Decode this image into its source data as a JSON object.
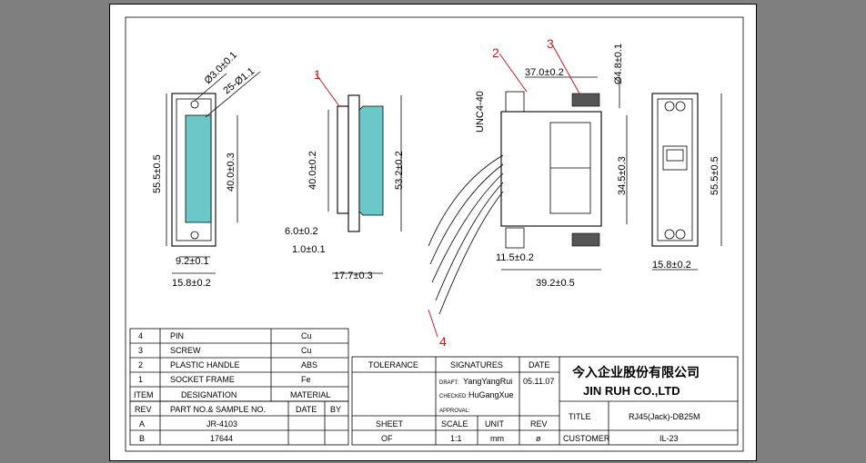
{
  "drawing": {
    "front_view": {
      "overall_height": "55.5±0.5",
      "pin_height": "40.0±0.3",
      "hole_dia": "Ø3.0±0.1",
      "pin_dia": "25-Ø1.1",
      "pin_width": "9.2±0.1",
      "width": "15.8±0.2"
    },
    "side_view": {
      "callout": "1",
      "frame_height": "40.0±0.2",
      "body_height": "53.2±0.2",
      "flange_thick": "6.0±0.2",
      "flange_gap": "1.0±0.1",
      "depth": "17.7±0.3"
    },
    "housing_view": {
      "callout_2": "2",
      "callout_3": "3",
      "callout_4": "4",
      "screw_len": "37.0±0.2",
      "screw_dia": "Ø4.8±0.1",
      "thread": "UNC4-40",
      "height": "34.5±0.3",
      "offset": "11.5±0.2",
      "length": "39.2±0.5"
    },
    "rj45_view": {
      "height": "55.5±0.5",
      "width": "15.8±0.2"
    }
  },
  "bom": {
    "rows": [
      {
        "item": "4",
        "name": "PIN",
        "material": "Cu"
      },
      {
        "item": "3",
        "name": "SCREW",
        "material": "Cu"
      },
      {
        "item": "2",
        "name": "PLASTIC HANDLE",
        "material": "ABS"
      },
      {
        "item": "1",
        "name": "SOCKET FRAME",
        "material": "Fe"
      }
    ],
    "header": {
      "item": "ITEM",
      "name": "DESIGNATION",
      "material": "MATERIAL"
    },
    "rev_header": {
      "rev": "REV",
      "part": "PART NO.& SAMPLE NO.",
      "date": "DATE",
      "by": "BY"
    },
    "rev_rows": [
      {
        "rev": "A",
        "part": "JR-4103"
      },
      {
        "rev": "B",
        "part": "17644"
      }
    ]
  },
  "title_block": {
    "tolerance": "TOLERANCE",
    "signatures": "SIGNATURES",
    "date": "DATE",
    "draft_label": "DRAFT:",
    "draft_name": "YangYangRui",
    "draft_date": "05.11.07",
    "checked_label": "CHECKED:",
    "checked_name": "HuGangXue",
    "approval": "APPROVAL:",
    "sheet_label": "SHEET",
    "sheet_value": "OF",
    "scale_label": "SCALE",
    "scale_value": "1:1",
    "unit_label": "UNIT",
    "unit_value": "mm",
    "rev_label": "REV",
    "rev_value": "ø",
    "company_cn": "今入企业股份有限公司",
    "company_en": "JIN RUH CO.,LTD",
    "title_label": "TITLE",
    "title_value": "RJ45(Jack)-DB25M",
    "customer_label": "CUSTOMER",
    "customer_value": "IL-23"
  }
}
